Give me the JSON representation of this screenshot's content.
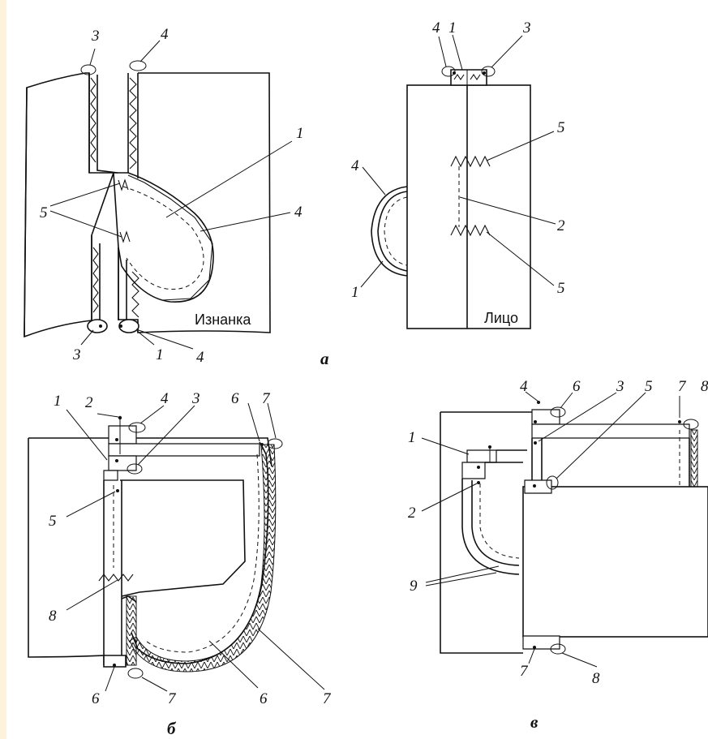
{
  "labels": {
    "side_inner": "Изнанка",
    "side_face": "Лицо",
    "caption_a": "а",
    "caption_b": "б",
    "caption_v": "в"
  },
  "figure_a_left": {
    "n3_top": "3",
    "n4_top": "4",
    "n1": "1",
    "n5": "5",
    "n4_right": "4",
    "n3_bottom": "3",
    "n1_bottom": "1",
    "n4_bottom": "4"
  },
  "figure_a_right": {
    "n4_top": "4",
    "n1_top": "1",
    "n3_top": "3",
    "n5_upper": "5",
    "n4_left": "4",
    "n2": "2",
    "n5_lower": "5",
    "n1_left": "1"
  },
  "figure_b": {
    "n1": "1",
    "n2": "2",
    "n4": "4",
    "n3": "3",
    "n6_top": "6",
    "n7_top": "7",
    "n5": "5",
    "n8": "8",
    "n6_bottom": "6",
    "n7_bottom": "7",
    "n6_curve": "6",
    "n7_curve": "7"
  },
  "figure_v": {
    "n4": "4",
    "n6": "6",
    "n3": "3",
    "n5": "5",
    "n7_top": "7",
    "n8_top": "8",
    "n1": "1",
    "n2": "2",
    "n9": "9",
    "n7_bottom": "7",
    "n8_bottom": "8"
  }
}
